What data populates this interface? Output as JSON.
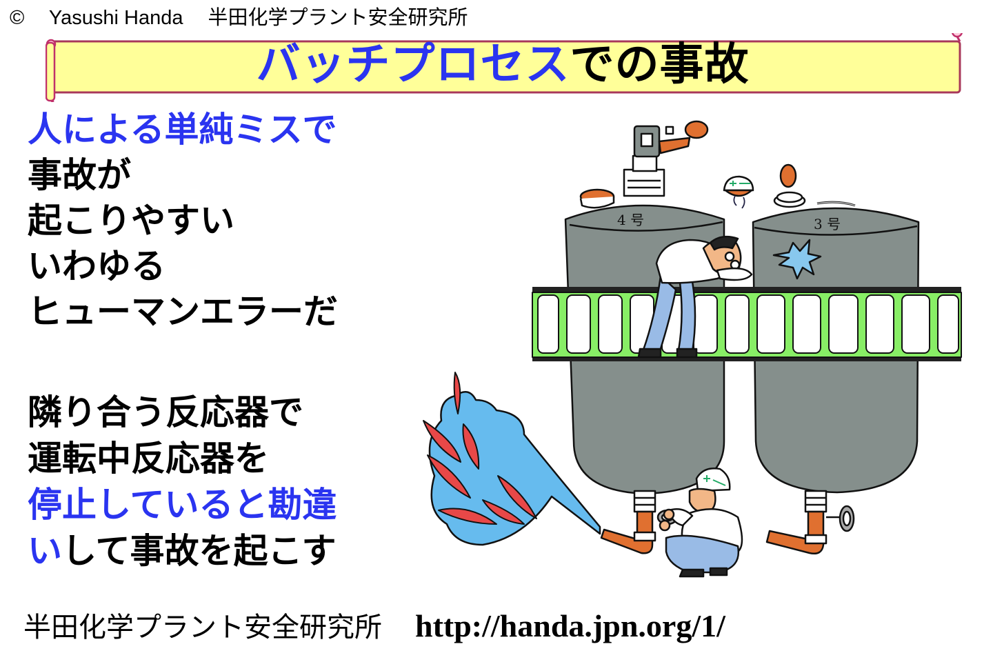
{
  "header": {
    "copyright_symbol": "©",
    "author": "Yasushi Handa",
    "organization": "半田化学プラント安全研究所"
  },
  "banner": {
    "title_highlight": "バッチプロセス",
    "title_rest": "での事故",
    "background_color": "#ffff99",
    "border_color": "#c0306a",
    "highlight_color": "#2a34f0"
  },
  "text_block_1": {
    "lines": [
      {
        "text": "人による単純ミスで",
        "color": "blue"
      },
      {
        "text": "事故が",
        "color": "black"
      },
      {
        "text": "起こりやすい",
        "color": "black"
      },
      {
        "text": "いわゆる",
        "color": "black"
      },
      {
        "text": "ヒューマンエラーだ",
        "color": "black"
      }
    ]
  },
  "text_block_2": {
    "line1": "隣り合う反応器で",
    "line2": "運転中反応器を",
    "line3": "停止していると勘違",
    "line4_blue": "い",
    "line4_rest": "して事故を起こす"
  },
  "illustration": {
    "description": "Two reactors (No.4 and No.3) with a worker bumping his head on reactor 3 while another worker opens the bottom valve of reactor 4, causing a spill",
    "reactor_left_label": "4 号",
    "reactor_right_label": "3 号",
    "colors": {
      "reactor": "#858f8c",
      "platform": "#88ee66",
      "pipe": "#e07030",
      "spill": "#66bbee",
      "spill_drops": "#e84848",
      "worker_clothes": "#99bbe6"
    }
  },
  "footer": {
    "organization": "半田化学プラント安全研究所",
    "url": "http://handa.jpn.org/1/"
  }
}
